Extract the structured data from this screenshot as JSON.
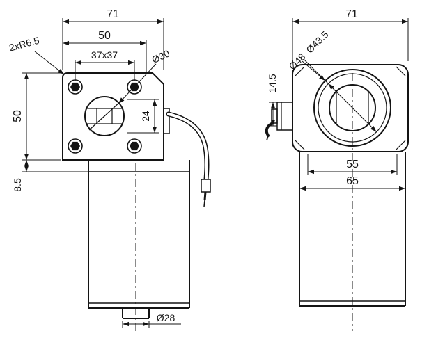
{
  "drawing": {
    "front_view": {
      "overall_width": "71",
      "flange_width": "50",
      "mount_pattern": "37x37",
      "hub_diameter": "Ø30",
      "corner_radius": "2xR6.5",
      "flange_height": "50",
      "hub_center_offset": "24",
      "flange_to_body": "8.5",
      "shaft_diameter": "Ø28"
    },
    "side_view": {
      "overall_width": "71",
      "ring_diameter": "Ø43.5",
      "housing_diameter": "Ø48",
      "worm_offset": "14.5",
      "body_width": "55",
      "flange_width": "65"
    }
  }
}
